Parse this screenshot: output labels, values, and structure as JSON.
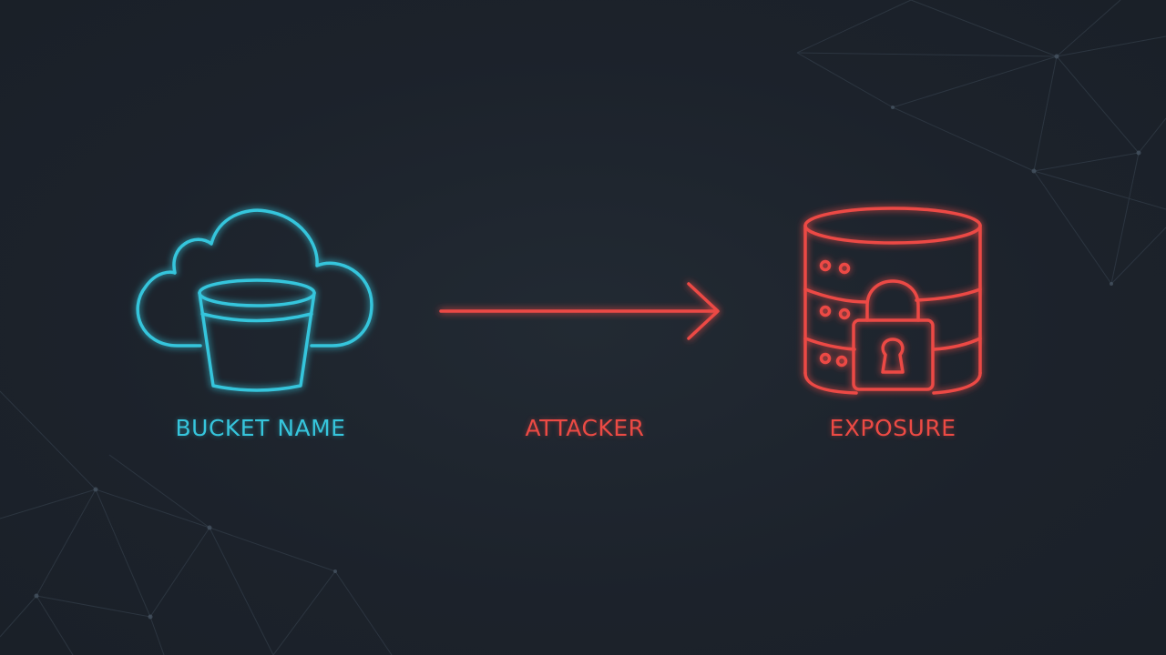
{
  "colors": {
    "background": "#1c222b",
    "cyan_accent": "#36c5dc",
    "red_accent": "#ec4a44",
    "mesh_line": "#3a4652"
  },
  "nodes": [
    {
      "id": "bucket",
      "icon": "cloud-bucket-icon",
      "label": "BUCKET NAME",
      "color": "#36c5dc"
    },
    {
      "id": "attacker",
      "icon": "arrow-right-icon",
      "label": "ATTACKER",
      "color": "#ec4a44"
    },
    {
      "id": "exposure",
      "icon": "locked-database-icon",
      "label": "EXPOSURE",
      "color": "#ec4a44"
    }
  ],
  "decor": {
    "background_mesh_icon": "network-mesh-icon"
  }
}
